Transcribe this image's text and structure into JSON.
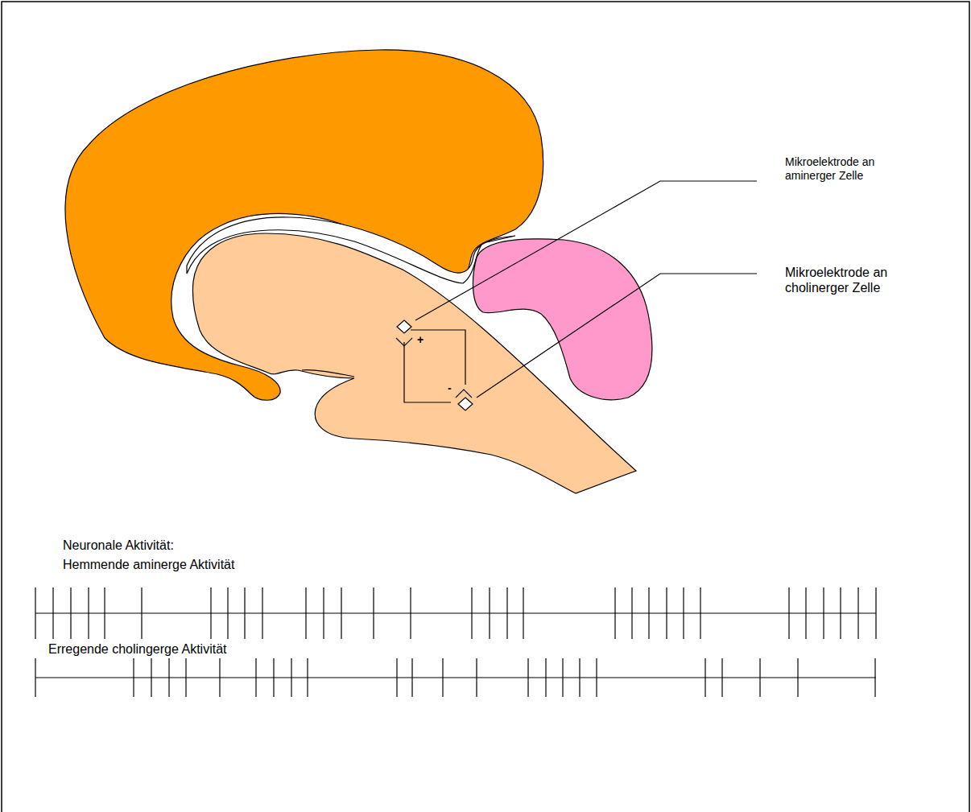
{
  "diagram": {
    "labels": [
      "Mikroelektrode an aminerger Zelle",
      "Mikroelektrode an cholinerger Zelle",
      "+",
      "-",
      "Neuronale Aktivität:",
      "Hemmende aminerge Aktivität",
      "Erregende cholingerge Aktivität"
    ]
  }
}
